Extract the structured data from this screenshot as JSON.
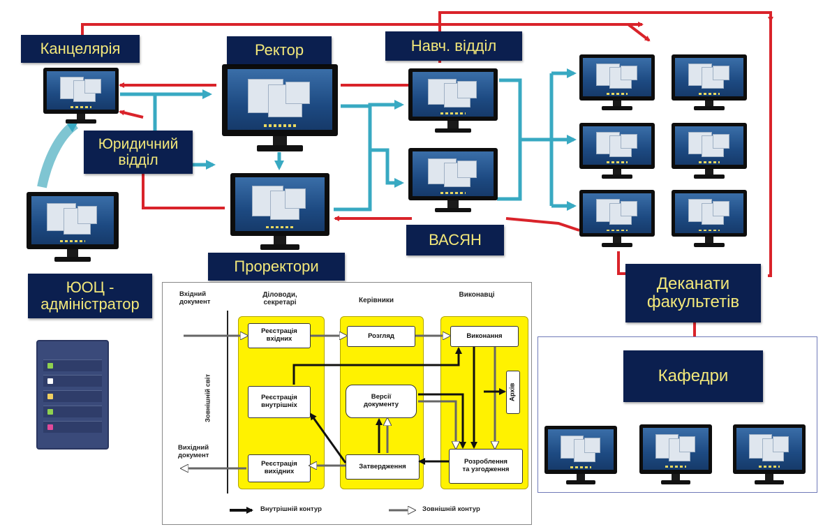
{
  "labels": {
    "kantseliariia": "Канцелярія",
    "rektor": "Ректор",
    "navch_viddil": "Навч. відділ",
    "yurydychnyi": "Юридичний\nвідділ",
    "prorektory": "Проректори",
    "vasian": "ВАСЯН",
    "iots": "ЮОЦ -\nадміністратор",
    "dekanaty": "Деканати\nфакультетів",
    "kafedry": "Кафедри"
  },
  "flow": {
    "col_headers": [
      "Діловоди,\nсекретарі",
      "Керівники",
      "Виконавці"
    ],
    "side_label": "Зовнішній світ",
    "incoming_doc": "Вхідний\nдокумент",
    "outgoing_doc": "Вихідний\nдокумент",
    "boxes": {
      "reg_incoming": "Реєстрація\nвхідних",
      "review": "Розгляд",
      "execution": "Виконання",
      "reg_internal": "Реєстрація\nвнутрішніх",
      "versions": "Версії\nдокументу",
      "archive": "Архів",
      "reg_outgoing": "Реєстрація\nвихідних",
      "approval": "Затвердження",
      "development": "Розроблення\nта узгодження"
    },
    "legend": {
      "internal": "Внутрішній контур",
      "external": "Зовнішній контур"
    }
  },
  "colors": {
    "label_bg": "#0b1f4f",
    "label_text": "#f3e87a",
    "red_arrow": "#d9232a",
    "teal_arrow": "#38a9c2",
    "yellow_column": "#fff200"
  }
}
